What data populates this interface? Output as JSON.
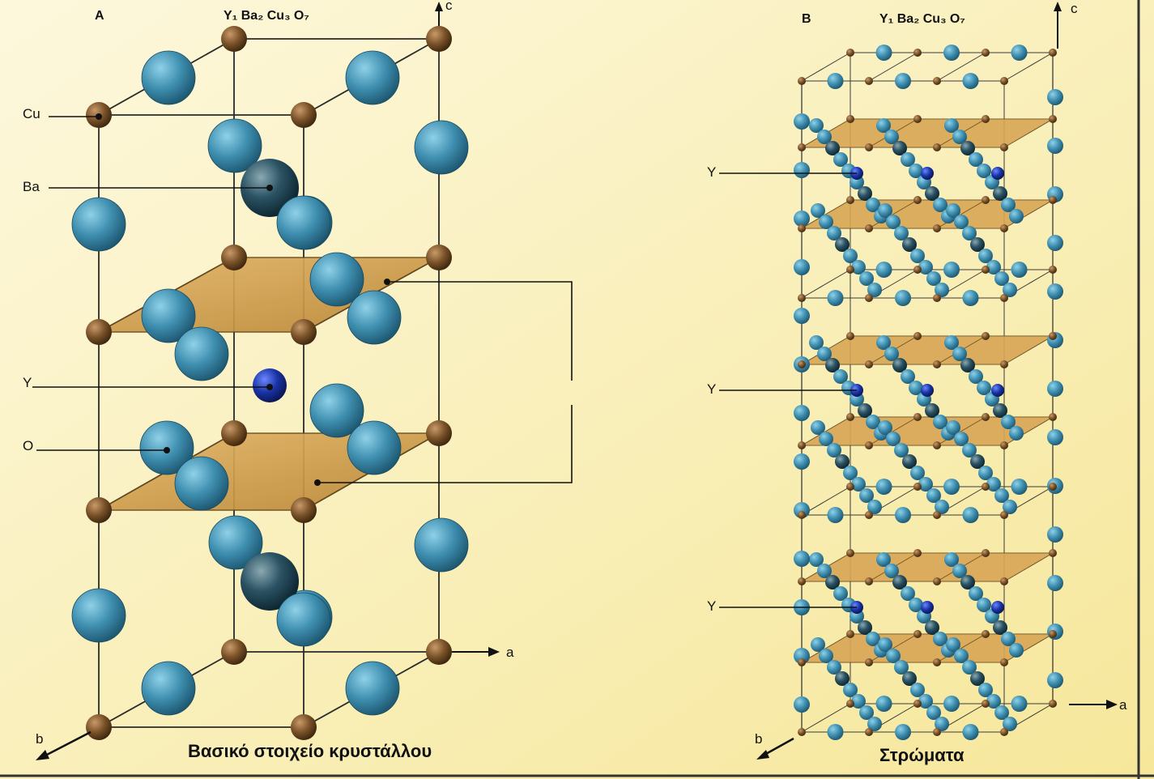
{
  "panel_a": {
    "letter": "A",
    "formula": "Y₁ Ba₂ Cu₃ O₇",
    "axis_c": "c",
    "axis_a": "a",
    "axis_b": "b",
    "labels": {
      "cu": "Cu",
      "ba": "Ba",
      "y": "Y",
      "o": "O"
    },
    "caption": "Βασικό στοιχείο κρυστάλλου"
  },
  "panel_b": {
    "letter": "B",
    "formula": "Y₁ Ba₂ Cu₃ O₇",
    "axis_c": "c",
    "axis_a": "a",
    "axis_b": "b",
    "y_labels": [
      "Y",
      "Y",
      "Y"
    ],
    "caption": "Στρώματα"
  },
  "colors": {
    "background": "#fbf4c2",
    "copper": "#7a5228",
    "oxygen": "#3f8fb0",
    "barium": "#1d3f4f",
    "yttrium": "#1a33a6",
    "plane": "#cf9d4e"
  }
}
